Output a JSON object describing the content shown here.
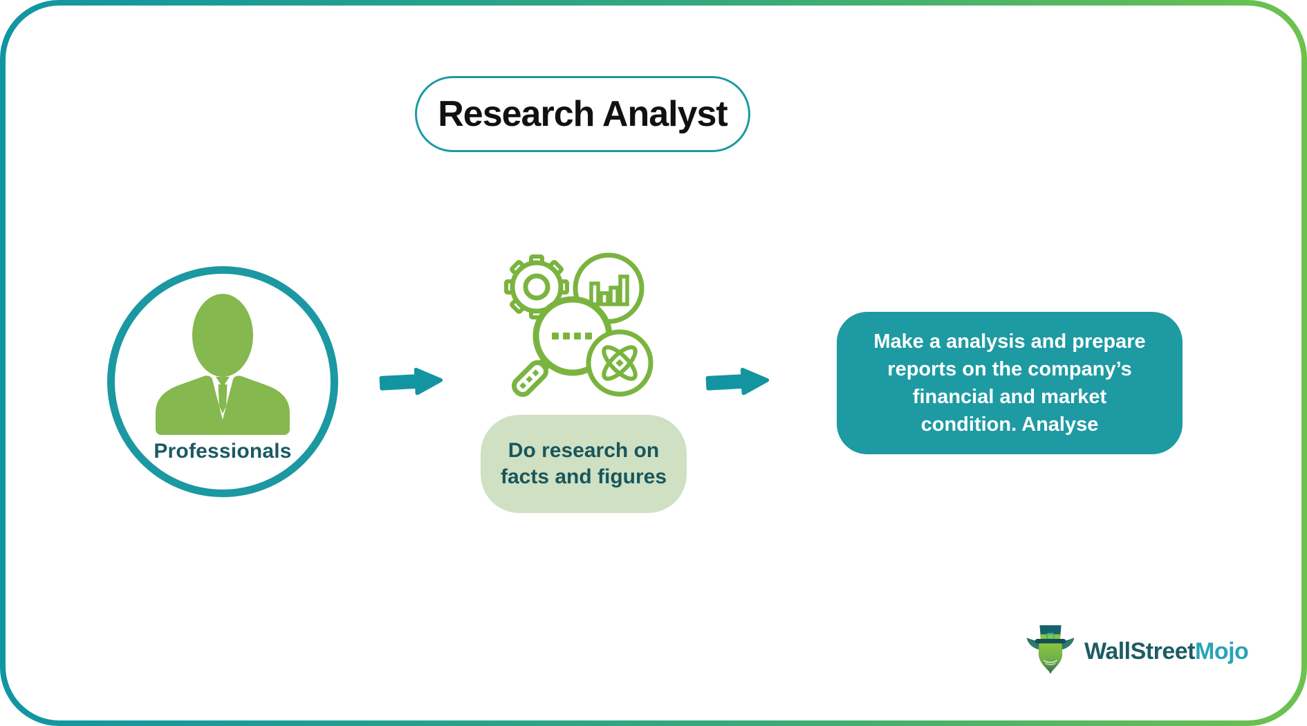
{
  "colors": {
    "teal": "#1b98a2",
    "teal_box_bg": "#1e9aa2",
    "arrow_teal": "#1295a0",
    "line_icon_green": "#7ab43f",
    "person_green": "#85b84e",
    "light_green_box_bg": "#cfe0c3",
    "dark_teal_text": "#19565c",
    "title_text": "#111111",
    "frame_gradient_start": "#1095a3",
    "frame_gradient_end": "#6dc24d",
    "logo_dark_teal": "#1d5c63",
    "logo_light_teal": "#29a3b8"
  },
  "title": {
    "label": "Research Analyst"
  },
  "flow": {
    "step1": {
      "icon": "businessman-icon",
      "label": "Professionals"
    },
    "step2": {
      "icon": "research-magnifier-icon",
      "lines": [
        "Do research on",
        "facts and figures"
      ]
    },
    "step3": {
      "lines": [
        "Make a analysis and prepare",
        "reports on the company’s",
        "financial and market",
        "condition. Analyse"
      ]
    },
    "connector_icon": "arrow-right-icon"
  },
  "logo": {
    "icon": "bull-mascot-icon",
    "part1": "WallStreet",
    "part2": "Mojo"
  }
}
